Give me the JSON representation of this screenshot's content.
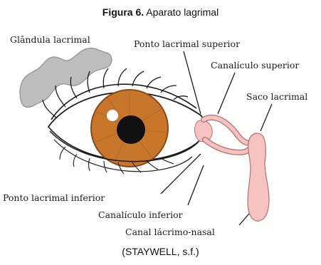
{
  "figure": {
    "number_label": "Figura 6.",
    "title": "Aparato lagrimal",
    "source": "(STAYWELL, s.f.)"
  },
  "labels": {
    "glandula": "Glândula lacrimal",
    "ponto_superior": "Ponto lacrimal superior",
    "canaliculo_superior": "Canalículo superior",
    "saco": "Saco lacrimal",
    "ponto_inferior": "Ponto lacrimal inferior",
    "canaliculo_inferior": "Canalículo inferior",
    "canal_nasal": "Canal lácrimo-nasal"
  },
  "colors": {
    "gland": "#bdbdbd",
    "iris": "#c9762d",
    "iris_ring": "#8a4a17",
    "pupil": "#111111",
    "duct": "#f6c3c0",
    "duct_stroke": "#b5706c",
    "lines": "#1a1a1a"
  }
}
